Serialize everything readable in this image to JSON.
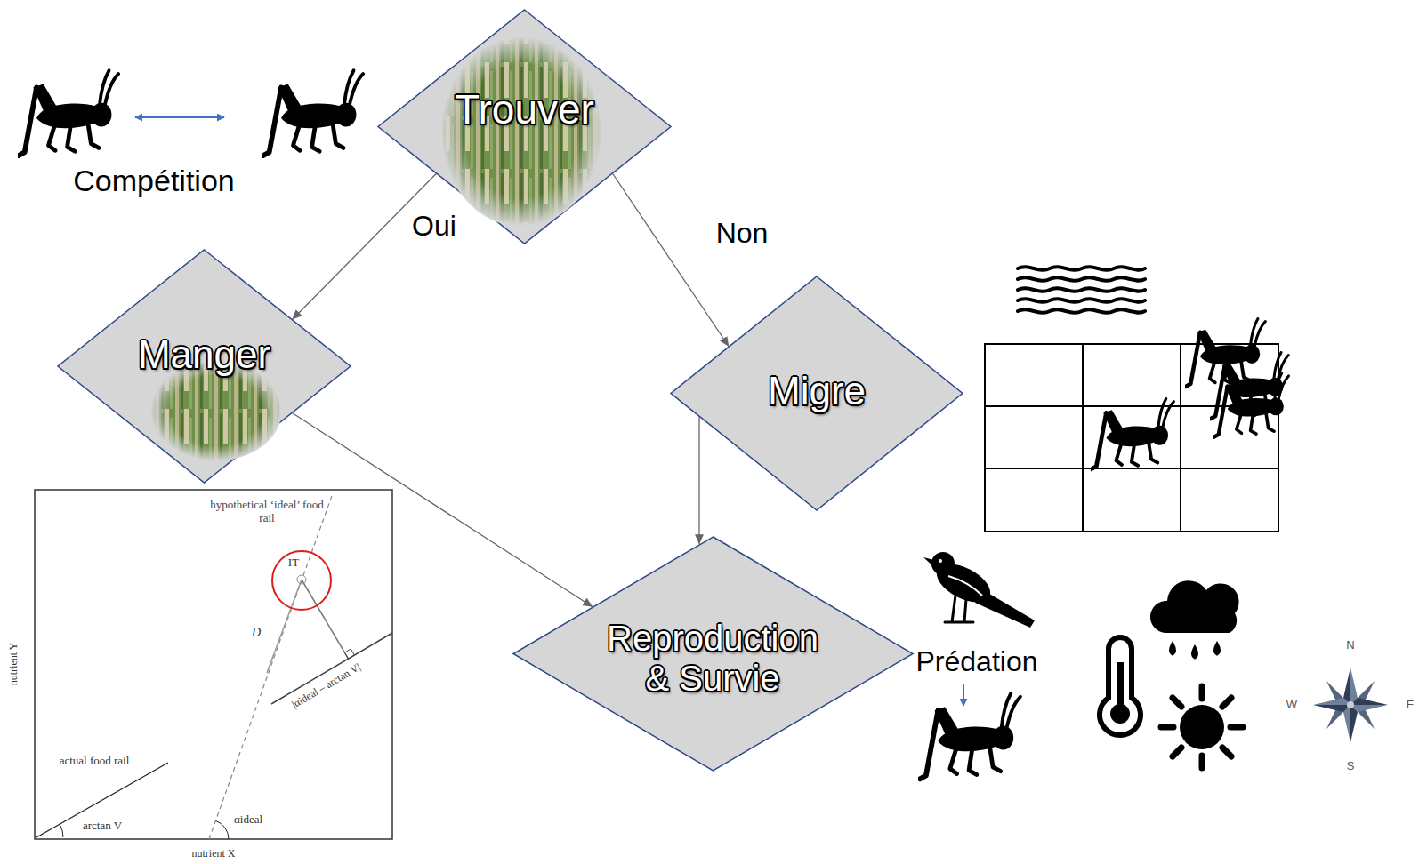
{
  "diagram": {
    "nodes": [
      {
        "text": [
          "Trouver"
        ]
      },
      {
        "text": [
          "Manger"
        ]
      },
      {
        "text": [
          "Migre"
        ]
      },
      {
        "text": [
          "Reproduction & Survie"
        ]
      }
    ],
    "edges": [
      {
        "from": 0,
        "to": 1,
        "label": "Oui",
        "arrow": "to"
      },
      {
        "from": 0,
        "to": 2,
        "label": "Non",
        "arrow": "to"
      },
      {
        "from": 1,
        "to": 3,
        "arrow": "to"
      },
      {
        "from": 2,
        "to": 3,
        "arrow": "to"
      }
    ],
    "labels": [
      "Compétition",
      "Prédation",
      "hypothetical ‘ideal’ food rail",
      "IT",
      "D",
      "|αideal – arctan V|",
      "actual food rail",
      "arctan V",
      "αideal",
      "nutrient X",
      "nutrient Y",
      "N",
      "E",
      "S",
      "W"
    ]
  }
}
